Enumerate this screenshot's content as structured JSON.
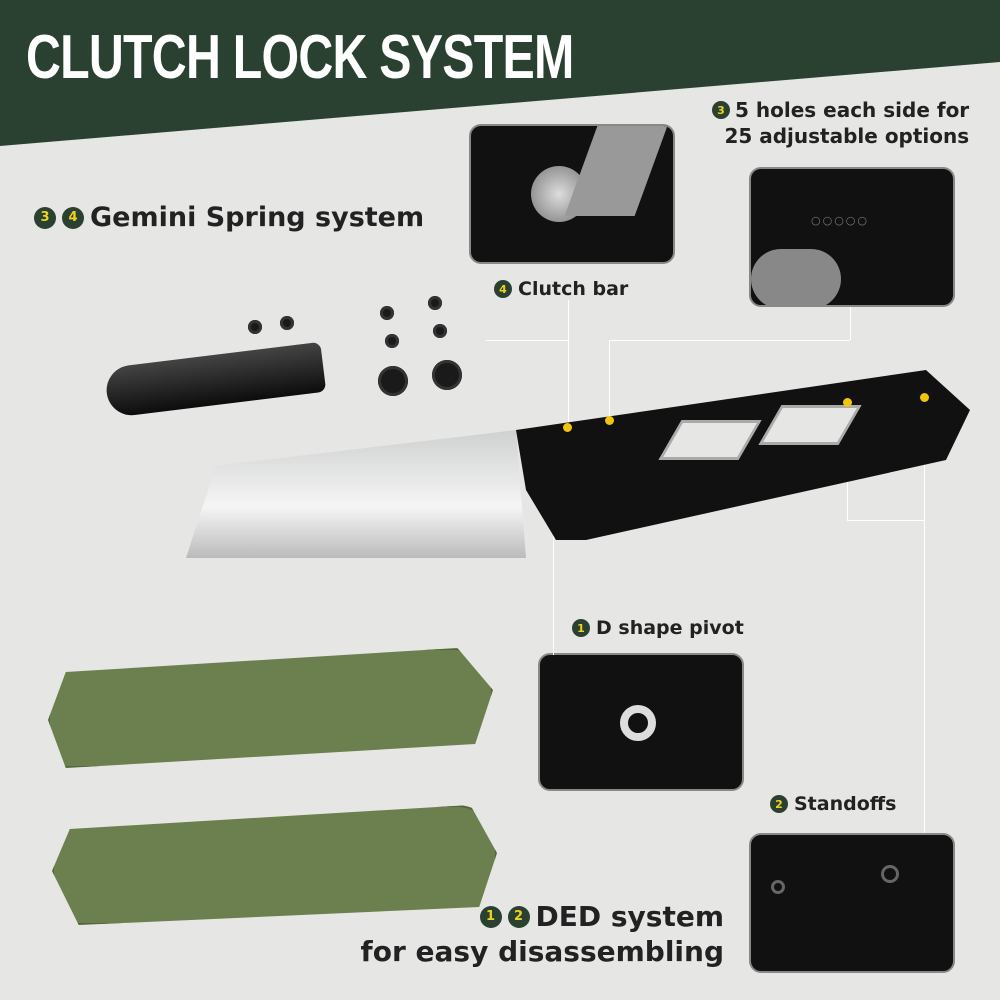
{
  "title": "CLUTCH LOCK SYSTEM",
  "badge_color": "#2a4132",
  "badge_text_color": "#f1d21a",
  "header_color": "#2a4132",
  "labels": {
    "gemini": {
      "badges": [
        "3",
        "4"
      ],
      "text": "Gemini Spring system"
    },
    "holes": {
      "badges": [
        "3"
      ],
      "line1": "5 holes each side for",
      "line2": "25 adjustable options"
    },
    "clutch": {
      "badges": [
        "4"
      ],
      "text": "Clutch bar"
    },
    "pivot": {
      "badges": [
        "1"
      ],
      "text": "D shape pivot"
    },
    "standoffs": {
      "badges": [
        "2"
      ],
      "text": "Standoffs"
    },
    "ded": {
      "badges": [
        "1",
        "2"
      ],
      "line1": "DED system",
      "line2": "for easy disassembling"
    }
  }
}
